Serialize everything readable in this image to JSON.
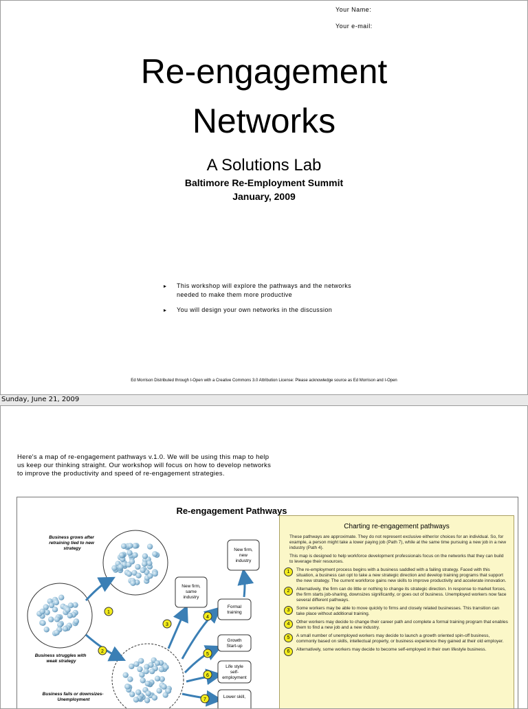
{
  "slide1": {
    "your_name": "Your Name:",
    "your_email": "Your e-mail:",
    "title_line1": "Re-engagement",
    "title_line2": "Networks",
    "subtitle": "A Solutions Lab",
    "event": "Baltimore Re-Employment Summit",
    "date": "January, 2009",
    "bullets": [
      "This workshop will explore the pathways and the networks needed to make them more productive",
      "You will design your own networks in the discussion"
    ],
    "license": "Ed Morrison Distributed through I-Open with a Creative Commons 3.0 Attribution License: Please acknowledge source as Ed Morrison and I-Open"
  },
  "footer_date": "Sunday, June 21, 2009",
  "slide2": {
    "intro": "Here's a map of re-engagement pathways v.1.0. We will be using this map to help us keep our thinking straight. Our workshop will focus on how to develop networks to improve the productivity and speed of re-engagement strategies.",
    "map_title": "Re-engagement Pathways",
    "labels": {
      "grows": "Business grows after retraining tied to new strategy",
      "struggles": "Business struggles with weak strategy",
      "fails": "Business fails or downsizes- Unemployment",
      "new_firm_new": "New firm, new industry",
      "new_firm_same": "New firm, same industry",
      "formal": "Formal training",
      "growth": "Growth Start-up",
      "lifestyle": "Life style self-employment",
      "lower": "Lower skill,"
    },
    "numbers": [
      "1",
      "2",
      "3",
      "4",
      "5",
      "6",
      "7"
    ],
    "panel": {
      "title": "Charting re-engagement pathways",
      "p1": "These pathways are approximate. They do not represent exclusive either/or choices for an individual. So, for example, a person might take a lower paying job (Path 7), while at the same time pursuing a new job in a new industry (Path 4).",
      "p2": "This map is designed to help workforce development professionals focus on the networks that they can build to leverage their resources.",
      "items": [
        {
          "n": "1",
          "text": "The re-employment process begins with a business saddled with a failing strategy. Faced with this situation, a business can opt to take a new strategic direction and develop training programs that support the new strategy. The current workforce gains new skills to improve productivity and accelerate innovation."
        },
        {
          "n": "2",
          "text": "Alternatively, the firm can do little or nothing to change its strategic direction. In response to market forces, the firm starts job-sharing, downsizes significantly, or goes out of business. Unemployed workers now face several different pathways."
        },
        {
          "n": "3",
          "text": "Some workers may be able to move quickly to firms and closely related businesses. This transition can take place without additional training."
        },
        {
          "n": "4",
          "text": "Other workers may decide to change their career path and complete a formal training program that enables them to find a new job and a new industry."
        },
        {
          "n": "5",
          "text": "A small number of unemployed workers may decide to launch a growth oriented spin-off business, commonly based on skills, intellectual property, or business experience they gained at their old employer."
        },
        {
          "n": "6",
          "text": "Alternatively, some workers may decide to become self-employed in their own lifestyle business."
        }
      ]
    }
  },
  "colors": {
    "panel_bg": "#fbf7c8",
    "panel_border": "#aaa062",
    "arrow": "#3b7fb5",
    "bubble": "#9ec5dd",
    "badge": "#f3ec1d"
  }
}
